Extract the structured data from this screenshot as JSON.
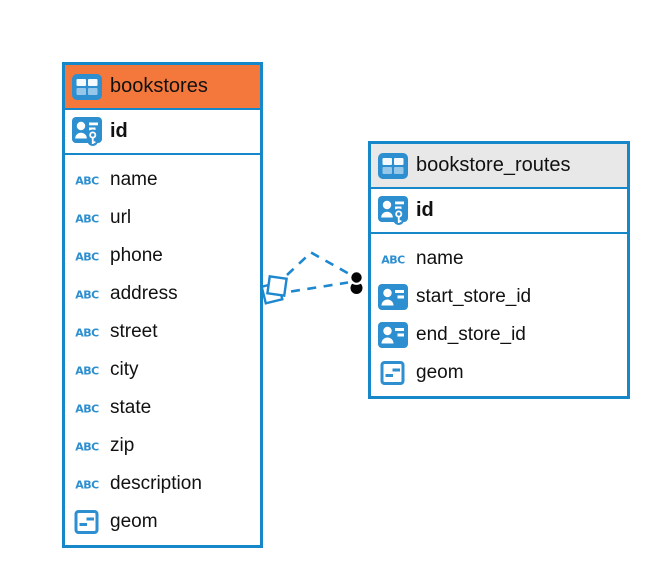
{
  "diagram": {
    "type": "er-diagram",
    "tables": [
      {
        "name": "bookstores",
        "icon": "table-icon",
        "header_color": "#f4783c",
        "primary_key": {
          "name": "id",
          "icon": "pk-icon"
        },
        "columns": [
          {
            "name": "name",
            "icon": "text-icon"
          },
          {
            "name": "url",
            "icon": "text-icon"
          },
          {
            "name": "phone",
            "icon": "text-icon"
          },
          {
            "name": "address",
            "icon": "text-icon"
          },
          {
            "name": "street",
            "icon": "text-icon"
          },
          {
            "name": "city",
            "icon": "text-icon"
          },
          {
            "name": "state",
            "icon": "text-icon"
          },
          {
            "name": "zip",
            "icon": "text-icon"
          },
          {
            "name": "description",
            "icon": "text-icon"
          },
          {
            "name": "geom",
            "icon": "geometry-icon"
          }
        ]
      },
      {
        "name": "bookstore_routes",
        "icon": "table-icon",
        "header_color": "#e8e8e8",
        "primary_key": {
          "name": "id",
          "icon": "pk-icon"
        },
        "columns": [
          {
            "name": "name",
            "icon": "text-icon"
          },
          {
            "name": "start_store_id",
            "icon": "fk-icon"
          },
          {
            "name": "end_store_id",
            "icon": "fk-icon"
          },
          {
            "name": "geom",
            "icon": "geometry-icon"
          }
        ]
      }
    ],
    "relations": [
      {
        "from": "bookstore_routes",
        "to": "bookstores",
        "style": "dashed"
      },
      {
        "from": "bookstore_routes",
        "to": "bookstores",
        "style": "dashed"
      }
    ],
    "colors": {
      "accent_blue": "#1688c9",
      "icon_blue": "#2e8fd0",
      "bookstores_header": "#f4783c",
      "routes_header": "#e8e8e8",
      "relation_line": "#1d87cf",
      "endpoint_dot": "#050505"
    }
  }
}
